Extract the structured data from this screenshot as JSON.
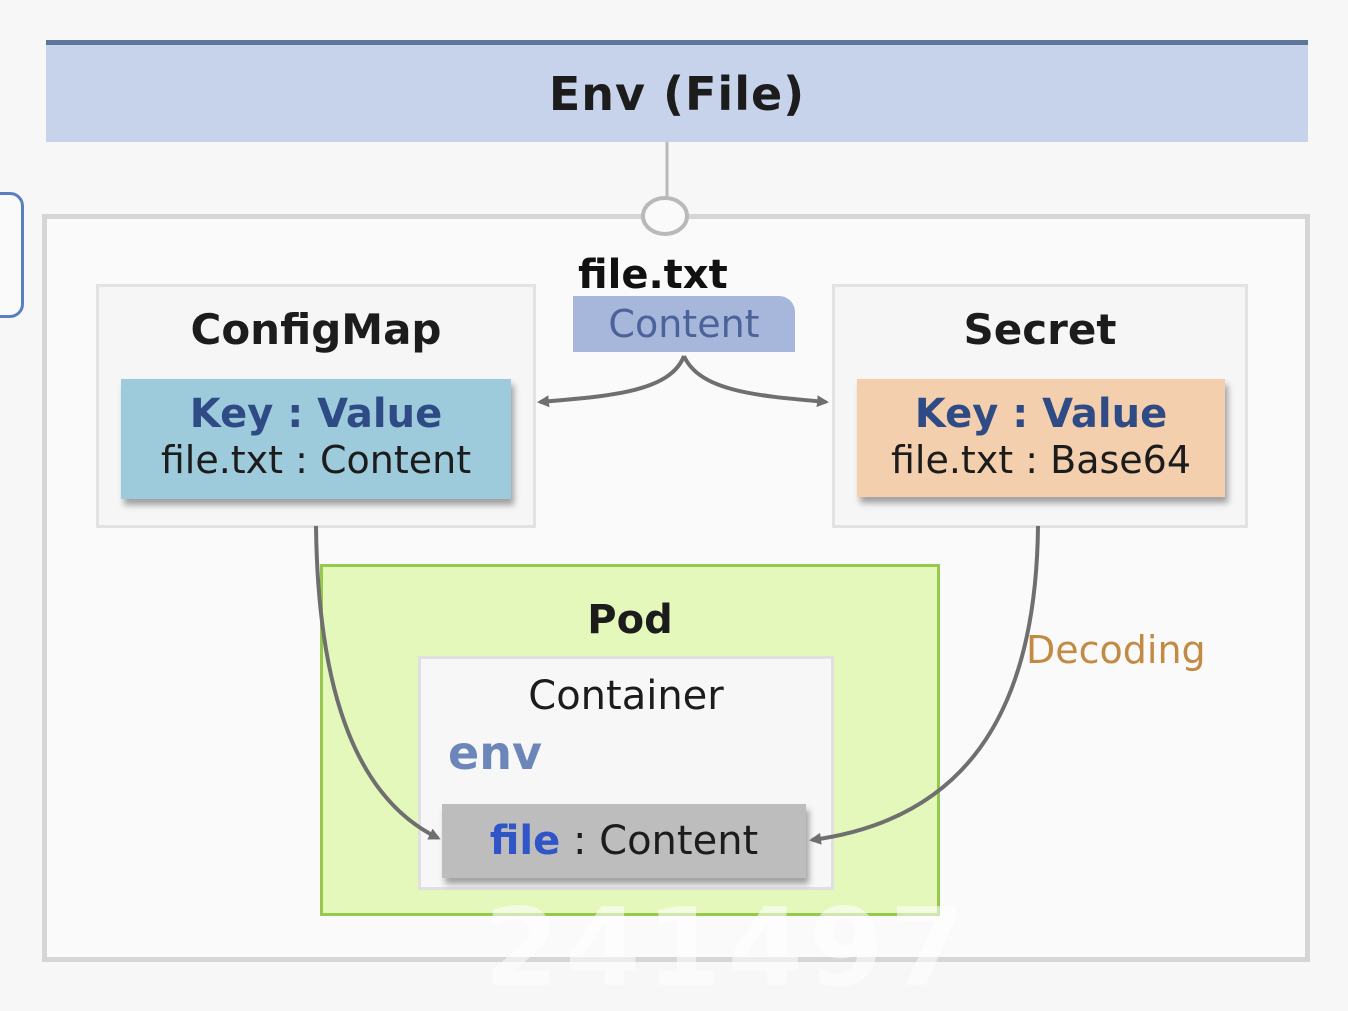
{
  "header": {
    "title": "Env (File)"
  },
  "source": {
    "file_name": "file.txt",
    "content_tag": "Content"
  },
  "configmap": {
    "title": "ConfigMap",
    "key_value_heading": "Key : Value",
    "entry": "file.txt : Content"
  },
  "secret": {
    "title": "Secret",
    "key_value_heading": "Key : Value",
    "entry": "file.txt : Base64"
  },
  "pod": {
    "title": "Pod",
    "container": {
      "title": "Container",
      "env_label": "env",
      "file_key": "file",
      "file_separator": " : ",
      "file_value": "Content"
    }
  },
  "edges": {
    "decoding_label": "Decoding"
  },
  "watermark": {
    "text": "241497"
  },
  "colors": {
    "header_bg": "#c6d3ea",
    "configmap_kv": "#9ecbdc",
    "secret_kv": "#f3cfae",
    "pod_bg": "#e5f8bc",
    "content_tag": "#a7b7dc",
    "arrow": "#6f6f6f",
    "decoding": "#c38a43"
  }
}
